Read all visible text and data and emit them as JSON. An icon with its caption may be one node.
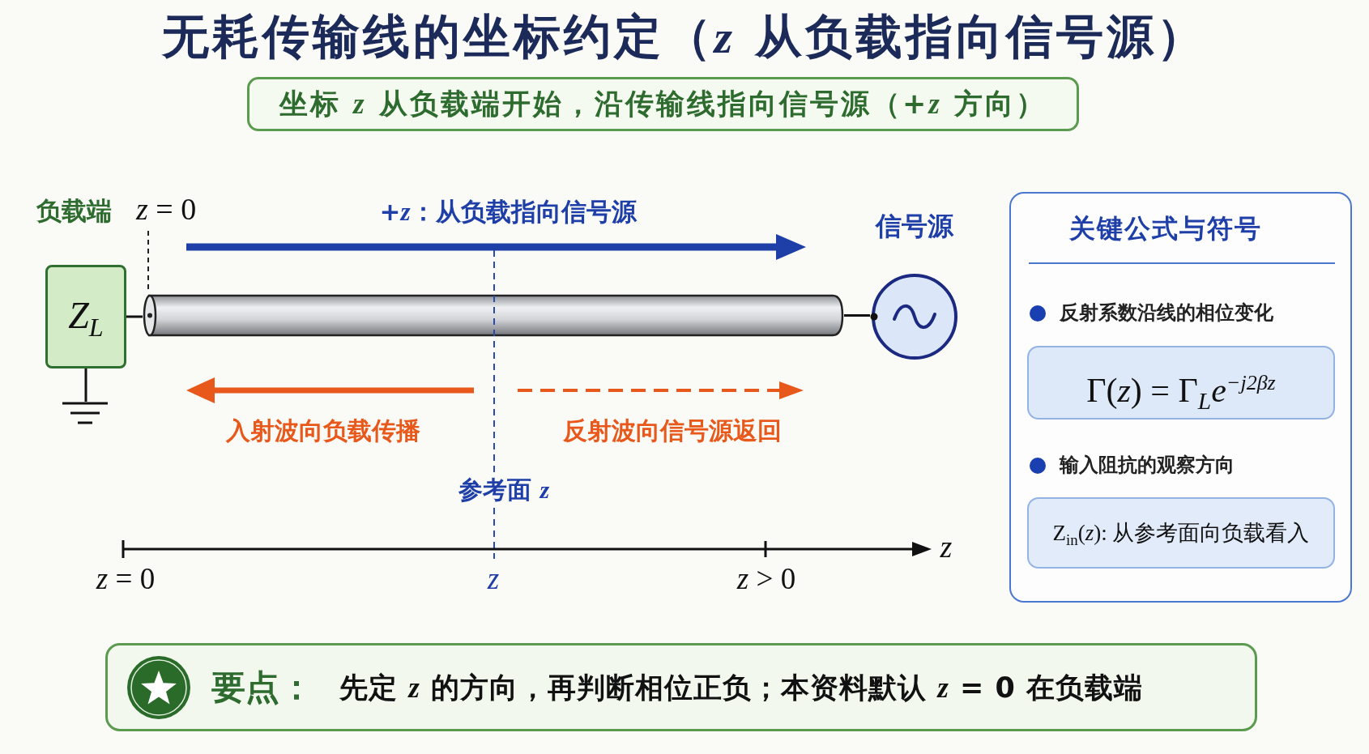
{
  "diagram": {
    "title": "无耗传输线的坐标约定（*z* 从负载指向信号源）",
    "nodes": [
      {
        "text": [
          "坐标 *z* 从负载端开始，沿传输线指向信号源（+*z* 方向）"
        ]
      },
      {
        "text": [
          "Z$_{L}$"
        ],
        "beside": [
          "负载端",
          "*z* = 0"
        ]
      },
      {
        "text": [],
        "shape": "ground"
      },
      {
        "text": [],
        "shape": "cylinder"
      },
      {
        "text": [
          "信号源"
        ]
      },
      {
        "text": [
          "关键公式与符号",
          "反射系数沿线的相位变化",
          "输入阻抗的观察方向"
        ]
      },
      {
        "text": [
          "Γ(*z*) = Γ$_{L}$*e*$^{−j2βz}$"
        ],
        "in": 5
      },
      {
        "text": [
          "Z$_{in}$(*z*): 从参考面向负载看入"
        ],
        "in": 5
      },
      {
        "text": [
          "要点：",
          "先定 *z* 的方向，再判断相位正负；本资料默认 *z* = 0 在负载端"
        ]
      }
    ],
    "edges": [
      {
        "from": 1,
        "to": 3,
        "arrow": "none"
      },
      {
        "from": 3,
        "to": 4,
        "arrow": "none"
      },
      {
        "from": 1,
        "to": 2,
        "arrow": "none"
      }
    ],
    "labels": [
      "+*z*：从负载指向信号源",
      "入射波向负载传播",
      "反射波向信号源返回",
      "参考面 *z*",
      "z",
      "*z* = 0",
      "z",
      "*z* > 0"
    ]
  }
}
